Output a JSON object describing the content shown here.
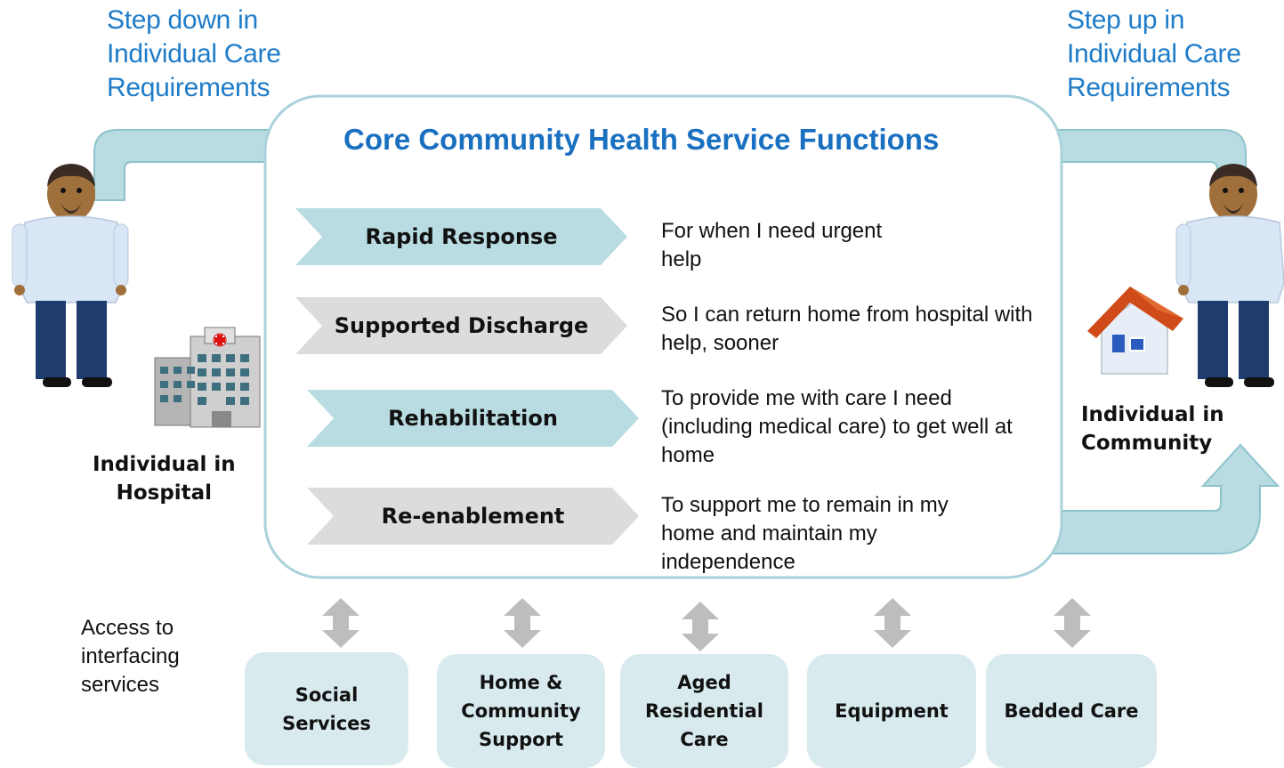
{
  "notes": {
    "step_down": "Step down in\nIndividual Care\nRequirements",
    "step_up": "Step up in\nIndividual Care\nRequirements"
  },
  "core": {
    "title": "Core Community Health Service Functions",
    "functions": [
      {
        "label": "Rapid Response",
        "description": "For when I need urgent help",
        "style": "teal"
      },
      {
        "label": "Supported Discharge",
        "description": "So I can return home from hospital with help, sooner",
        "style": "grey"
      },
      {
        "label": "Rehabilitation",
        "description": "To provide me with care I need (including medical care) to get well at home",
        "style": "teal"
      },
      {
        "label": "Re-enablement",
        "description": "To support me to remain in my home and maintain my independence",
        "style": "grey"
      }
    ]
  },
  "people": {
    "hospital_label": "Individual in\nHospital",
    "community_label": "Individual in\nCommunity"
  },
  "access": {
    "label": "Access to\ninterfacing\nservices",
    "services": [
      "Social\nServices",
      "Home &\nCommunity\nSupport",
      "Aged\nResidential\nCare",
      "Equipment",
      "Bedded Care"
    ]
  },
  "colors": {
    "teal": "#b9dce2",
    "grey": "#dcdcdc",
    "box_fill": "#d8eaee",
    "box_border": "#a9d2da",
    "accent_blue": "#1a70c0",
    "arrow_grey": "#bdbdbd"
  }
}
